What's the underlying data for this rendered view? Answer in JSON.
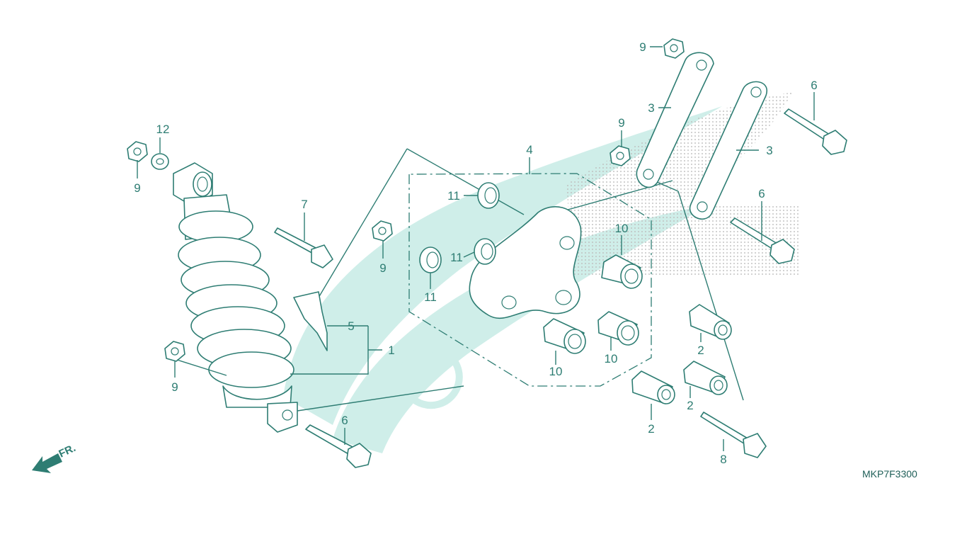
{
  "diagram": {
    "code": "MKP7F3300",
    "direction_label": "FR.",
    "callouts": {
      "c1": "1",
      "c2a": "2",
      "c2b": "2",
      "c2c": "2",
      "c3a": "3",
      "c3b": "3",
      "c4": "4",
      "c5": "5",
      "c6a": "6",
      "c6b": "6",
      "c6c": "6",
      "c7": "7",
      "c8": "8",
      "c9a": "9",
      "c9b": "9",
      "c9c": "9",
      "c9d": "9",
      "c9e": "9",
      "c10a": "10",
      "c10b": "10",
      "c10c": "10",
      "c11a": "11",
      "c11b": "11",
      "c11c": "11",
      "c12": "12"
    },
    "colors": {
      "line": "#2e7d73",
      "watermark": "#cfeee9"
    }
  }
}
